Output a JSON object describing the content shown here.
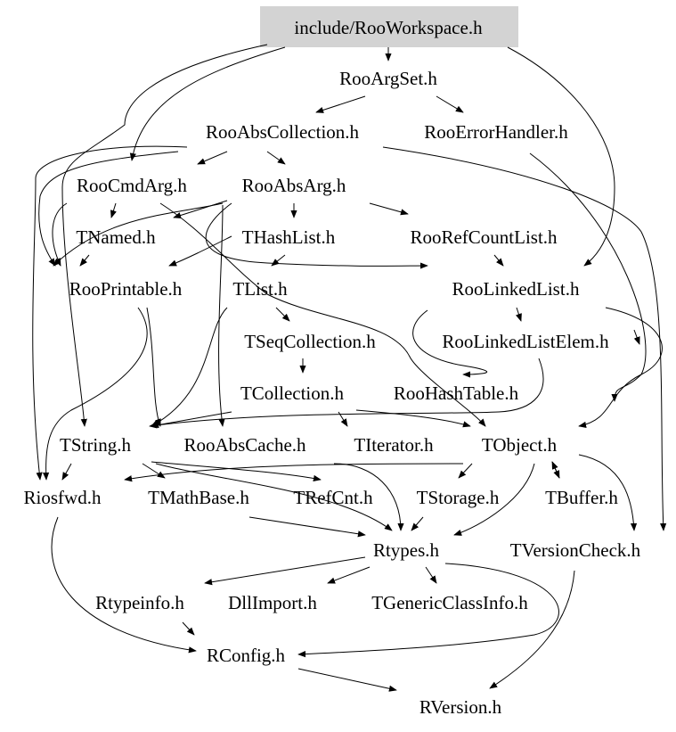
{
  "colors": {
    "root_fill": "#d3d3d3",
    "edge": "#000000",
    "text": "#000000",
    "background": "#ffffff"
  },
  "nodes": {
    "root": "include/RooWorkspace.h",
    "rooargset": "RooArgSet.h",
    "rooabscollection": "RooAbsCollection.h",
    "rooerrorhandler": "RooErrorHandler.h",
    "roocmdarg": "RooCmdArg.h",
    "rooabsarg": "RooAbsArg.h",
    "tnamed": "TNamed.h",
    "thashlist": "THashList.h",
    "roorefcountlist": "RooRefCountList.h",
    "rooprintable": "RooPrintable.h",
    "tlist": "TList.h",
    "roolinkedlist": "RooLinkedList.h",
    "tseqcollection": "TSeqCollection.h",
    "roolinkedlistelem": "RooLinkedListElem.h",
    "tcollection": "TCollection.h",
    "roohashtable": "RooHashTable.h",
    "tstring": "TString.h",
    "rooabscache": "RooAbsCache.h",
    "titerator": "TIterator.h",
    "tobject": "TObject.h",
    "riosfwd": "Riosfwd.h",
    "tmathbase": "TMathBase.h",
    "trefcnt": "TRefCnt.h",
    "tstorage": "TStorage.h",
    "tbuffer": "TBuffer.h",
    "rtypes": "Rtypes.h",
    "tversioncheck": "TVersionCheck.h",
    "rtypeinfo": "Rtypeinfo.h",
    "dllimport": "DllImport.h",
    "tgenericclassinfo": "TGenericClassInfo.h",
    "rconfig": "RConfig.h",
    "rversion": "RVersion.h"
  }
}
